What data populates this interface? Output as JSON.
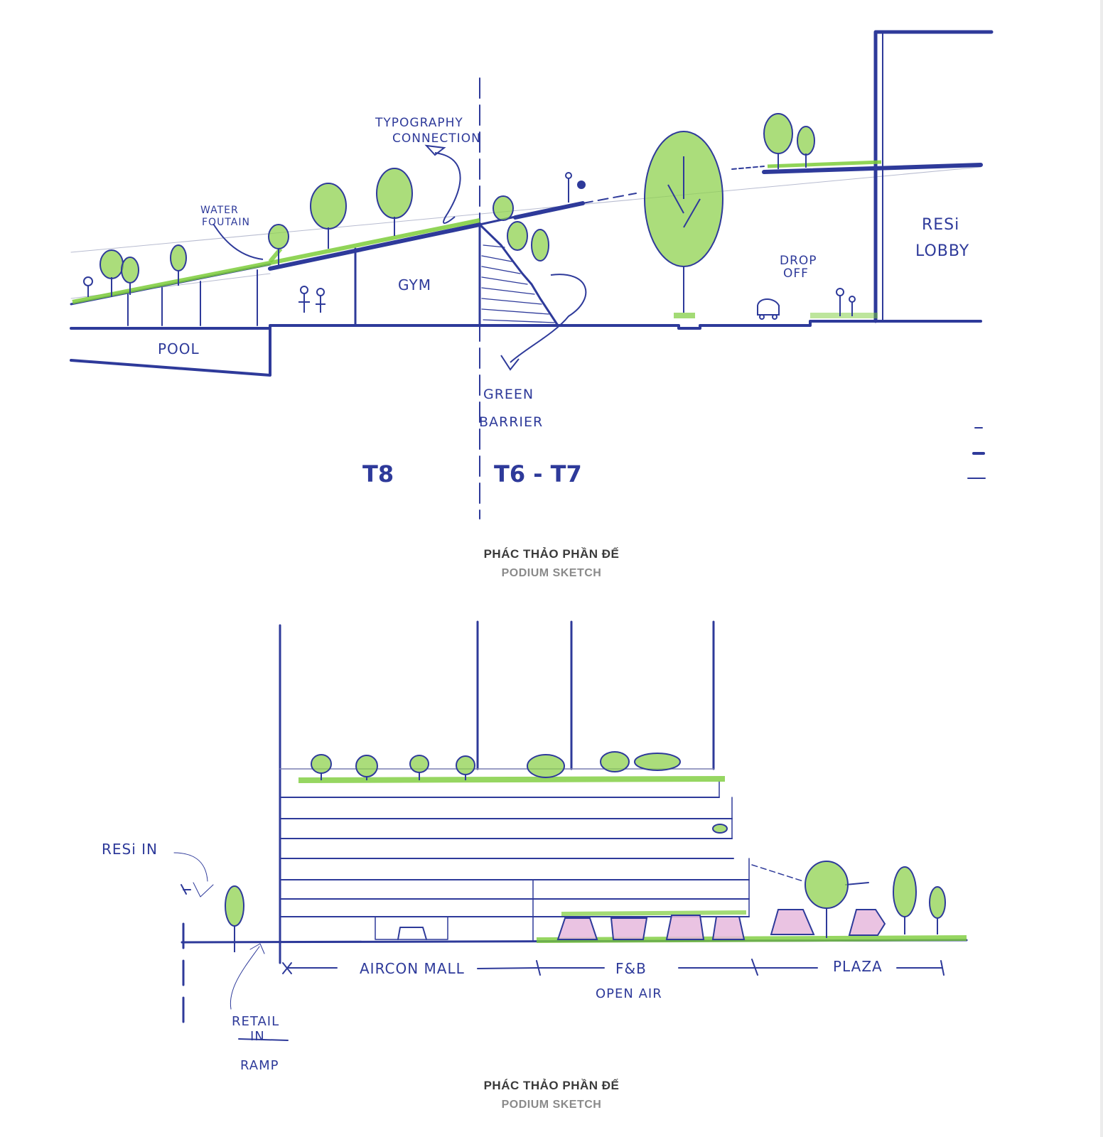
{
  "sketch_top": {
    "labels": {
      "water_fountain_1": "WATER",
      "water_fountain_2": "FOUTAIN",
      "typography_1": "TYPOGRAPHY",
      "typography_2": "CONNECTION",
      "gym": "GYM",
      "pool": "POOL",
      "drop_off_1": "DROP",
      "drop_off_2": "OFF",
      "resi_lobby_1": "RESi",
      "resi_lobby_2": "LOBBY",
      "green_barrier_1": "GREEN",
      "green_barrier_2": "BARRIER",
      "zone_left": "T8",
      "zone_right": "T6 - T7"
    },
    "caption_vi": "PHÁC THẢO PHẦN ĐẾ",
    "caption_en": "PODIUM SKETCH"
  },
  "sketch_bottom": {
    "labels": {
      "resi_in": "RESi IN",
      "retail_1": "RETAIL",
      "retail_2": "IN",
      "retail_3": "RAMP",
      "aircon_mall": "AIRCON MALL",
      "fnb_1": "F&B",
      "fnb_2": "OPEN AIR",
      "plaza": "PLAZA"
    },
    "caption_vi": "PHÁC THẢO PHẦN ĐẾ",
    "caption_en": "PODIUM SKETCH"
  },
  "colors": {
    "ink": "#2e3a9a",
    "green": "#7ccc3a",
    "pink": "#e6b9dd"
  }
}
